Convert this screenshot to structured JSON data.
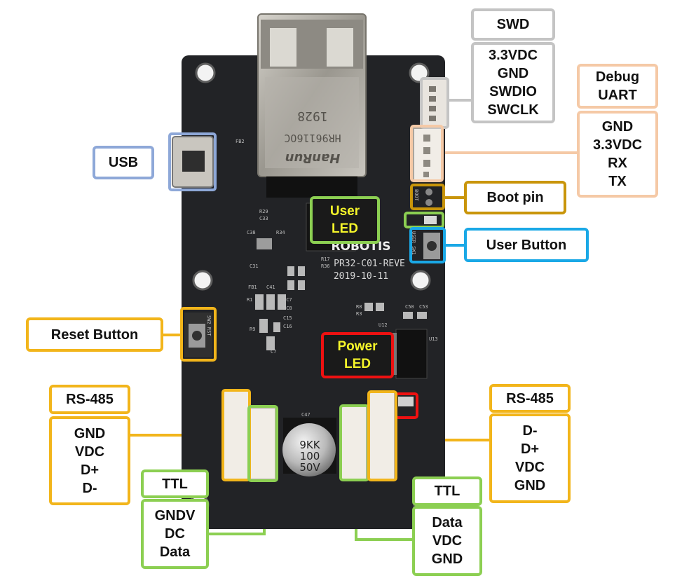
{
  "colors": {
    "board": "#222326",
    "swd": "#c4c4c4",
    "debug_uart": "#f5c9a6",
    "usb": "#8ea8d8",
    "rs485": "#f2b51b",
    "boot": "#c9950a",
    "user_button": "#1aa8e6",
    "ttl": "#8ccf52",
    "power_led": "#ee1111",
    "led_text": "#f5f52a"
  },
  "board": {
    "brand": "ROBOTIS",
    "model": "PR32-C01-REVE",
    "date": "2019-10-11",
    "jack_text": [
      "1928",
      "HR96116OC",
      "HanRun"
    ],
    "capacitor_text": [
      "9KK",
      "100",
      "50V"
    ],
    "silkscreen": [
      "BOOT",
      "USER SW1",
      "SW2 RST",
      "FB2",
      "R29",
      "C33",
      "C38",
      "R34",
      "C31",
      "R17",
      "R36",
      "FB1",
      "C41",
      "R1",
      "DC7",
      "DC8",
      "C15",
      "C16",
      "R9",
      "C7",
      "R8",
      "R3",
      "C50",
      "C53",
      "U12",
      "U13",
      "C47"
    ]
  },
  "labels": {
    "swd_title": "SWD",
    "swd_pins": [
      "3.3VDC",
      "GND",
      "SWDIO",
      "SWCLK"
    ],
    "debug_title": [
      "Debug",
      "UART"
    ],
    "debug_pins": [
      "GND",
      "3.3VDC",
      "RX",
      "TX"
    ],
    "usb": "USB",
    "boot_pin": "Boot pin",
    "user_led": [
      "User",
      "LED"
    ],
    "user_button": "User Button",
    "reset_button": "Reset Button",
    "power_led": [
      "Power",
      "LED"
    ],
    "rs485_left_title": "RS-485",
    "rs485_left_pins": [
      "GND",
      "VDC",
      "D+",
      "D-"
    ],
    "ttl_left_title": "TTL",
    "ttl_left_pins": [
      "GNDV",
      "DC",
      "Data"
    ],
    "rs485_right_title": "RS-485",
    "rs485_right_pins": [
      "D-",
      "D+",
      "VDC",
      "GND"
    ],
    "ttl_right_title": "TTL",
    "ttl_right_pins": [
      "Data",
      "VDC",
      "GND"
    ]
  }
}
